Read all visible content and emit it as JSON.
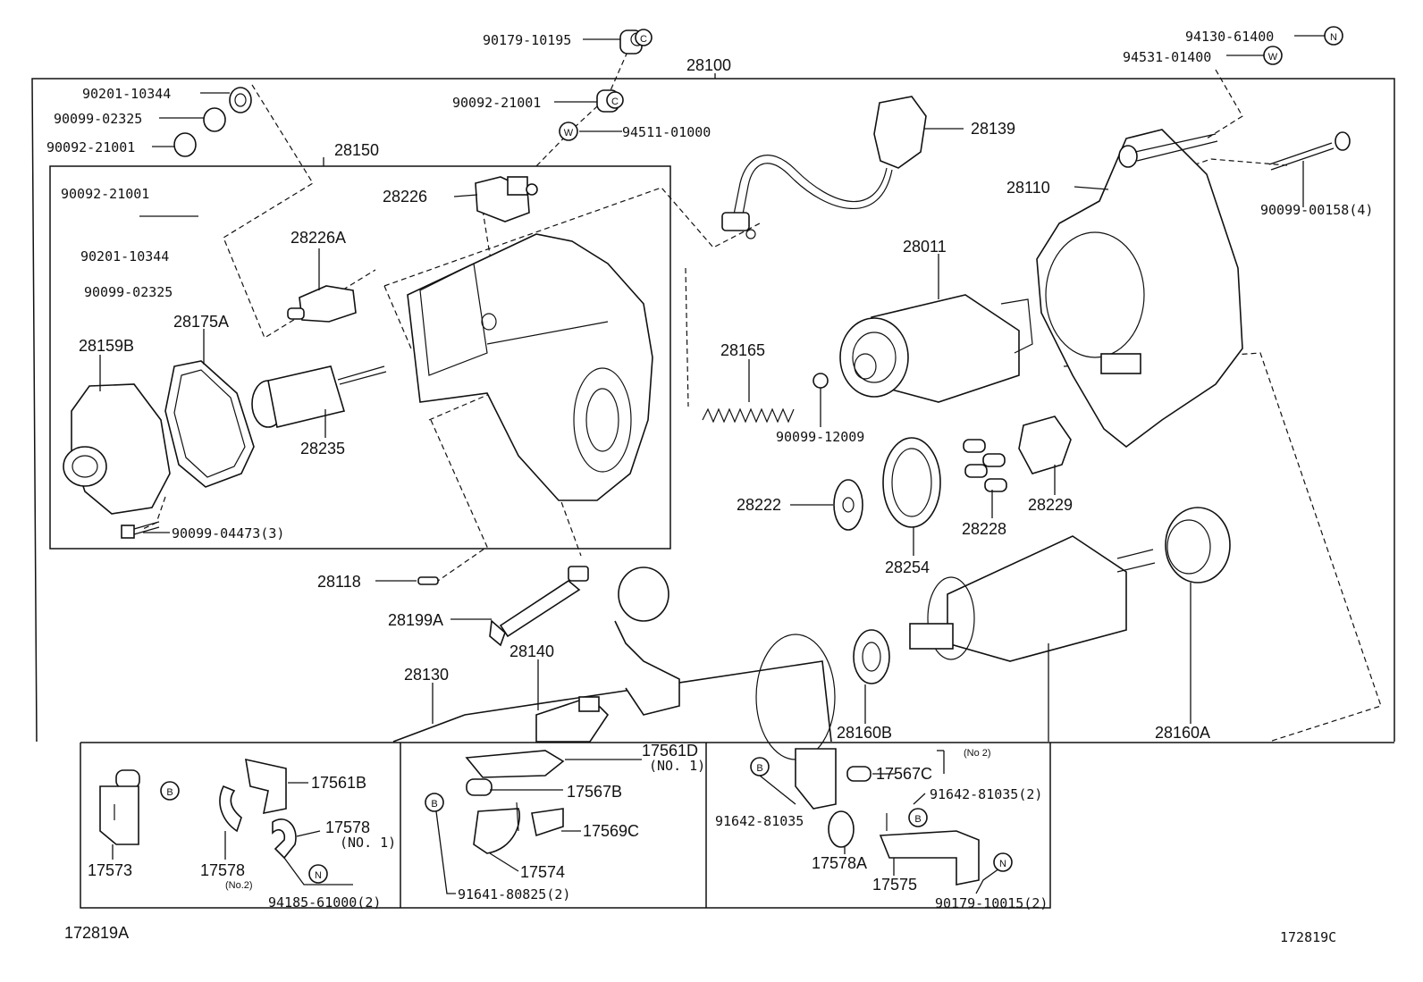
{
  "labels": {
    "p90179_10195": "90179-10195",
    "p28100": "28100",
    "p94130_61400": "94130-61400",
    "p94531_01400": "94531-01400",
    "p90201_10344_a": "90201-10344",
    "p90099_02325_a": "90099-02325",
    "p90092_21001_a": "90092-21001",
    "p90092_21001_b": "90092-21001",
    "p94511_01000": "94511-01000",
    "p28139": "28139",
    "p28150": "28150",
    "p28110": "28110",
    "p90092_21001_c": "90092-21001",
    "p28226": "28226",
    "p90099_00158": "90099-00158(4)",
    "p28226A": "28226A",
    "p90201_10344_b": "90201-10344",
    "p28011": "28011",
    "p90099_02325_b": "90099-02325",
    "p28159B": "28159B",
    "p28175A": "28175A",
    "p28165": "28165",
    "p28235": "28235",
    "p90099_12009": "90099-12009",
    "p28229": "28229",
    "p28222": "28222",
    "p28228": "28228",
    "p90099_04473": "90099-04473(3)",
    "p28254": "28254",
    "p28118": "28118",
    "p28199A": "28199A",
    "p28140": "28140",
    "p28130": "28130",
    "p28160B": "28160B",
    "p28160A": "28160A",
    "p17561D": "17561D",
    "p17561D_no": "(NO. 1)",
    "p17561B": "17561B",
    "p17567B": "17567B",
    "p17567C": "17567C",
    "p17567C_no": "(No 2)",
    "p17578_no1": "17578",
    "p17578_no1_sub": "(NO. 1)",
    "p17569C": "17569C",
    "p91642_81035_2": "91642-81035(2)",
    "p91642_81035": "91642-81035",
    "p17573": "17573",
    "p17578_no2": "17578",
    "p17578_no2_sub": "(No.2)",
    "p17574": "17574",
    "p17578A": "17578A",
    "p17575": "17575",
    "p94185_61000": "94185-61000(2)",
    "p91641_80825": "91641-80825(2)",
    "p90179_10015": "90179-10015(2)",
    "fig_left": "172819A",
    "fig_right": "172819C"
  },
  "symbols": {
    "c": "C",
    "w": "W",
    "n": "N",
    "b": "B"
  }
}
